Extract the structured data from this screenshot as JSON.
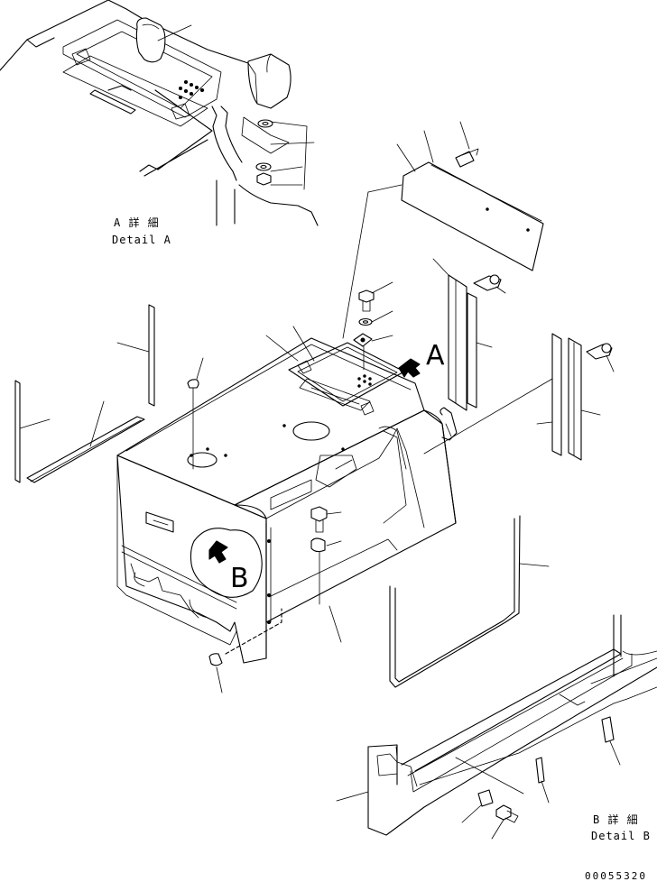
{
  "detail_a": {
    "title_jp": "A 詳 細",
    "title_en": "Detail A"
  },
  "detail_b": {
    "title_jp": "B 詳 細",
    "title_en": "Detail B"
  },
  "view_markers": {
    "a": "A",
    "b": "B"
  },
  "drawing_number": "00055320"
}
